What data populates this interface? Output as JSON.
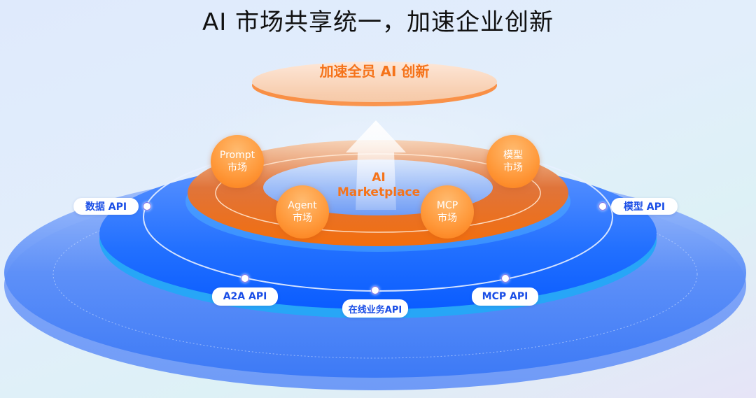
{
  "title": "AI 市场共享统一，加速企业创新",
  "top_goal": "加速全员 AI 创新",
  "center": {
    "line1": "AI",
    "line2": "Marketplace"
  },
  "markets": [
    {
      "line1": "Prompt",
      "line2": "市场"
    },
    {
      "line1": "模型",
      "line2": "市场"
    },
    {
      "line1": "Agent",
      "line2": "市场"
    },
    {
      "line1": "MCP",
      "line2": "市场"
    }
  ],
  "apis": [
    {
      "label": "数据 API"
    },
    {
      "label": "模型 API"
    },
    {
      "label": "A2A API"
    },
    {
      "label": "在线业务API"
    },
    {
      "label": "MCP API"
    }
  ],
  "colors": {
    "orange_accent": "#f5731a",
    "api_text_blue": "#1a4ee6",
    "platform_blue": "#1f6fff",
    "outer_blue": "#4f86f7"
  }
}
